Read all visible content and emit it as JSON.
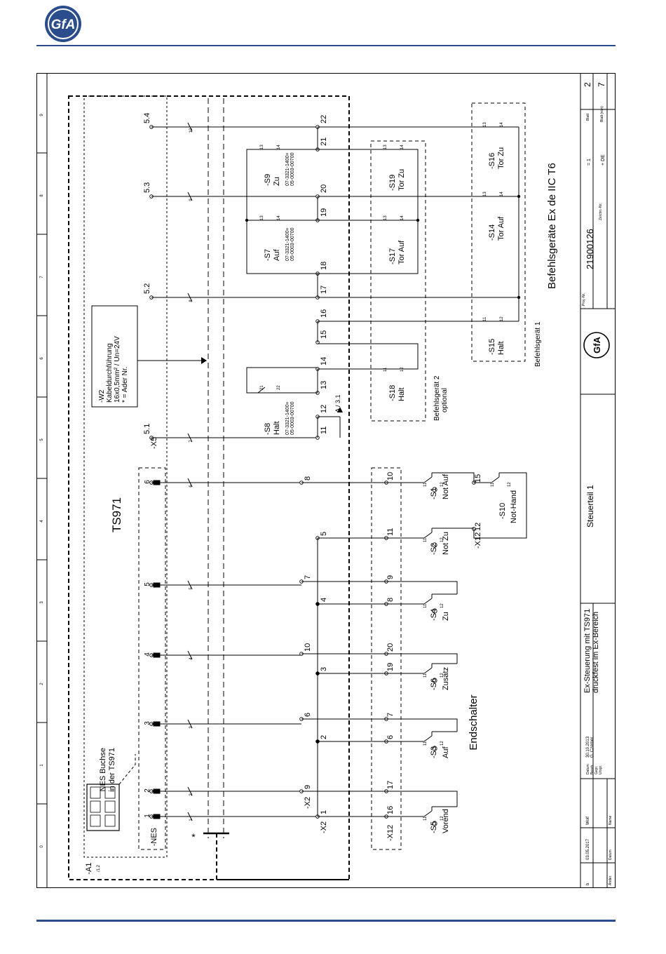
{
  "brand": {
    "logo_text": "GfA",
    "color": "#2b4d8c"
  },
  "diagram": {
    "controller": "TS971",
    "cable": [
      "-W2",
      "Kabeldurchführung",
      "16x0,5mm² / Un=24V",
      "*  = Ader Nr."
    ],
    "nes_socket": [
      "NES Buchse",
      "in der TS971"
    ],
    "nes_pins": [
      "1",
      "2",
      "3",
      "4",
      "5",
      "6"
    ],
    "labels": {
      "nes": "-NES",
      "a1": "-A1",
      "a1_ref": "/1.2",
      "x5": "-X5",
      "x2": "-X2",
      "x12": "-X12",
      "star": "*",
      "a_ref": "A / 3.1",
      "endschalter": "Endschalter",
      "befehl1": "Befehlsgerät 1",
      "befehl2": "Befehlsgerät 2",
      "optional": "optional",
      "exhead": "Befehlsgeräte Ex de IIC T6"
    },
    "x5_terms": [
      "5.1",
      "5.2",
      "5.3",
      "5.4"
    ],
    "wire_numbers": [
      "1",
      "2",
      "3",
      "4",
      "5",
      "6",
      "7",
      "8",
      "9",
      "10"
    ],
    "x2_terms": [
      "1",
      "9",
      "2",
      "6",
      "3",
      "10",
      "4",
      "7",
      "5",
      "8",
      "11",
      "12",
      "13",
      "14",
      "15",
      "16",
      "17",
      "18",
      "19",
      "20",
      "21",
      "22"
    ],
    "x12_terms": [
      "16",
      "17",
      "6",
      "7",
      "19",
      "20",
      "8",
      "9",
      "11",
      "10",
      "15",
      "12"
    ],
    "limit_switches": [
      {
        "tag": "-S5",
        "name": "Vorend"
      },
      {
        "tag": "-S3",
        "name": "Auf"
      },
      {
        "tag": "-S6",
        "name": "Zusatz"
      },
      {
        "tag": "-S4",
        "name": "Zu"
      },
      {
        "tag": "-S2",
        "name": "Not Zu"
      },
      {
        "tag": "-S1",
        "name": "Not Auf"
      },
      {
        "tag": "-S10",
        "name": "Not-Hand"
      }
    ],
    "contacts": [
      "11",
      "12",
      "13",
      "14",
      "21",
      "22"
    ],
    "ex_buttons": [
      {
        "tag": "-S8",
        "name": "Halt",
        "part1": "07-3321-1400+",
        "part2": "05-0003-00700"
      },
      {
        "tag": "-S7",
        "name": "Auf",
        "part1": "07-3321-1400+",
        "part2": "05-0003-00700"
      },
      {
        "tag": "-S9",
        "name": "Zu",
        "part1": "07-3321-1400+",
        "part2": "05-0003-00700"
      },
      {
        "tag": "-S18",
        "name": "Halt"
      },
      {
        "tag": "-S17",
        "name": "Tor Auf"
      },
      {
        "tag": "-S19",
        "name": "Tor Zu"
      },
      {
        "tag": "-S15",
        "name": "Halt"
      },
      {
        "tag": "-S14",
        "name": "Tor Auf"
      },
      {
        "tag": "-S16",
        "name": "Tor Zu"
      }
    ],
    "grid": [
      "0",
      "1",
      "2",
      "3",
      "4",
      "5",
      "6",
      "7",
      "8",
      "9"
    ]
  },
  "title_block": {
    "title1": "Ex-Steuerung mit TS971",
    "title2": "druckfest im Ex-Bereich",
    "section": "Steuerteil 1",
    "proj_label": "Proj.-Nr.",
    "proj": "21900126",
    "zeichn_label": "Zeichn.-Nr.",
    "sheet_label": "Blatt",
    "sheet": "2",
    "sheets_label": "Blatt (von)",
    "sheets": "7",
    "eq": "= 1",
    "loc": "+ DE",
    "datum_label": "Datum",
    "datum": "30.10.2013",
    "bearb_label": "Bearb.",
    "bearb": "G. Czerner",
    "gepr_label": "Gepr.",
    "urspr_label": "Urspr.",
    "change_date": "03.05.2017",
    "change_name": "Wolf",
    "aender_label": "Änder.",
    "datum2_label": "Datum",
    "name_label": "Name",
    "rev": "b"
  }
}
